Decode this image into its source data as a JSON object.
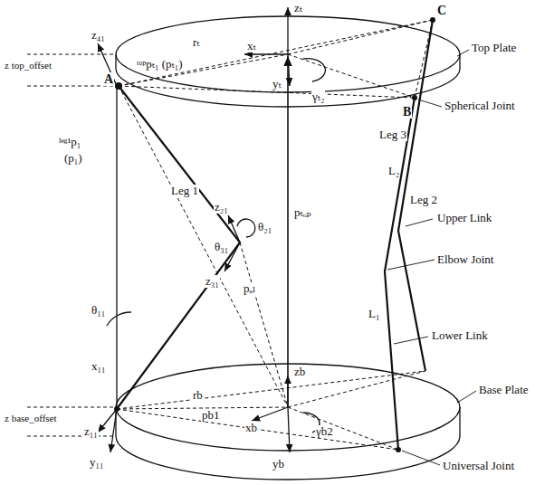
{
  "diagram": {
    "labels": [
      "z₄₁",
      "z top_offset",
      "rₜ",
      "xₜ",
      "zₜ",
      "C",
      "ᵗᵒᵖpₜ₁ (pₜ₁)",
      "yₜ",
      "γₜ₂",
      "Top Plate",
      "B",
      "Spherical Joint",
      "A",
      "Leg 3",
      "ˡᵉᵍ¹p₁",
      "(p₁)",
      "Leg 1",
      "z₂₁",
      "θ₃₁",
      "θ₂₁",
      "L₂",
      "Leg 2",
      "Upper Link",
      "pₜₒₚ",
      "Elbow Joint",
      "z₃₁",
      "pₐₗ",
      "θ₁₁",
      "L₁",
      "Lower Link",
      "x₁₁",
      "rb",
      "zb",
      "Base Plate",
      "pb1",
      "z base_offset",
      "xb",
      "γb2",
      "z₁₁",
      "y₁₁",
      "yb",
      "Universal Joint"
    ]
  }
}
